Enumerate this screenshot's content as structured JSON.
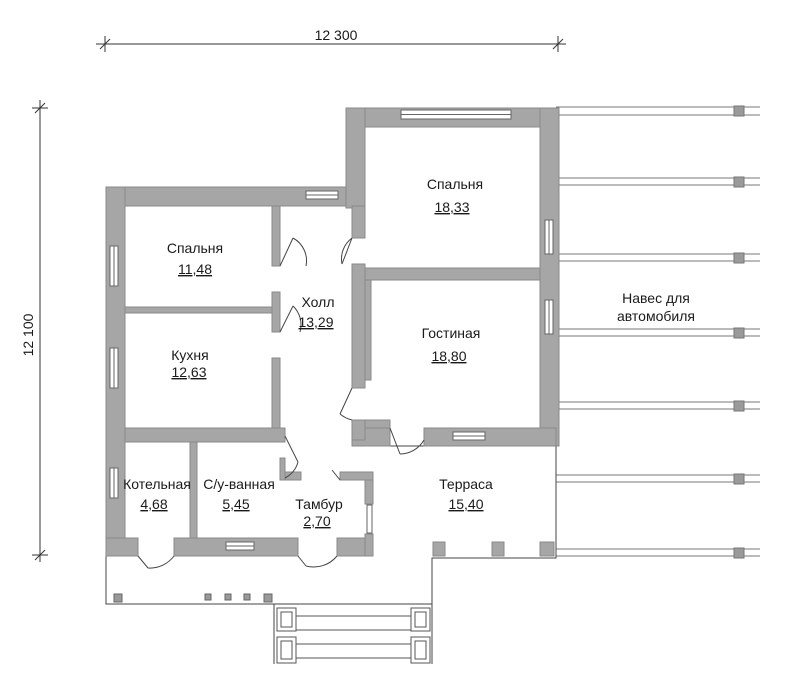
{
  "dimensions": {
    "width": "12 300",
    "height": "12 100"
  },
  "rooms": [
    {
      "name": "Спальня",
      "area": "18,33"
    },
    {
      "name": "Спальня",
      "area": "11,48"
    },
    {
      "name": "Холл",
      "area": "13,29"
    },
    {
      "name": "Кухня",
      "area": "12,63"
    },
    {
      "name": "Гостиная",
      "area": "18,80"
    },
    {
      "name": "Котельная",
      "area": "4,68"
    },
    {
      "name": "С/у-ванная",
      "area": "5,45"
    },
    {
      "name": "Тамбур",
      "area": "2,70"
    },
    {
      "name": "Терраса",
      "area": "15,40"
    }
  ],
  "carport": {
    "line1": "Навес для",
    "line2": "автомобиля"
  },
  "colors": {
    "wall": "#a6a6a6",
    "wall_edge": "#8a8a8a",
    "line": "#555555",
    "text": "#1a1a1a"
  }
}
